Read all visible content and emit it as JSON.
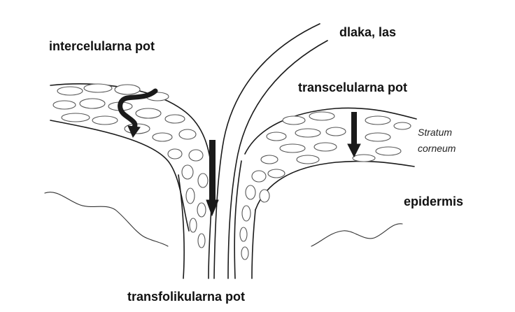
{
  "labels": {
    "hair": "dlaka, las",
    "intercellular": "intercelularna pot",
    "transcellular": "transcelularna pot",
    "stratum_line1": "Stratum",
    "stratum_line2": "corneum",
    "epidermis": "epidermis",
    "transfollicular": "transfolikularna pot"
  },
  "colors": {
    "ink": "#1a1a1a",
    "background": "#ffffff"
  }
}
